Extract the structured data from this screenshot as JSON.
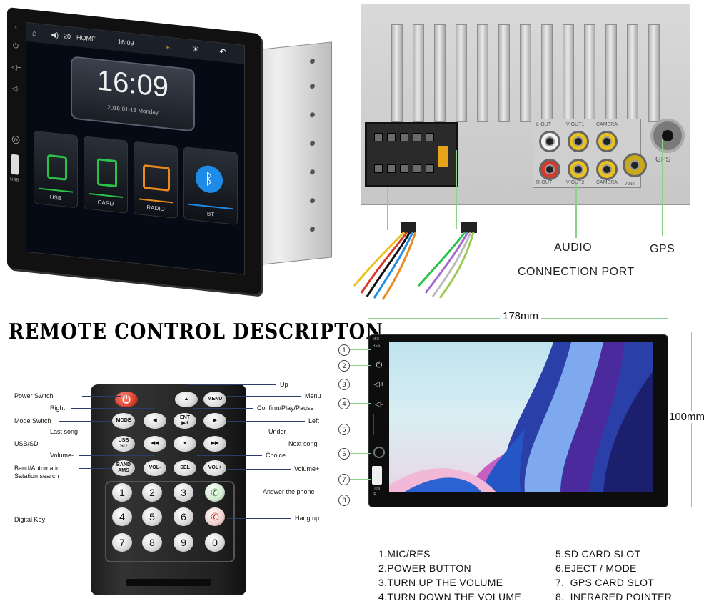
{
  "head_unit": {
    "status_home": "HOME",
    "status_volume": "20",
    "status_time": "16:09",
    "clock": "16:09",
    "date": "2016-01-18 Monday",
    "tiles": [
      {
        "label": "USB",
        "icon": "usb-icon",
        "accent": "#2bc24a"
      },
      {
        "label": "CARD",
        "icon": "sd-card-icon",
        "accent": "#2bc24a"
      },
      {
        "label": "RADIO",
        "icon": "radio-icon",
        "accent": "#e88a1e"
      },
      {
        "label": "BT",
        "icon": "bluetooth-icon",
        "accent": "#1e8be8"
      }
    ],
    "side_labels": [
      "USB"
    ]
  },
  "rear_panel": {
    "rca_labels": [
      "L-OUT",
      "V-OUT1",
      "CAMERA",
      "R-OUT",
      "V-OUT2",
      "CAMERA",
      "ANT"
    ],
    "gps_port_label": "GPS",
    "callouts": {
      "audio": "AUDIO",
      "connection_port": "CONNECTION PORT",
      "gps": "GPS"
    }
  },
  "dimensions": {
    "width": "178mm",
    "height": "100mm"
  },
  "remote": {
    "title": "REMOTE CONTROL DESCRIPTON",
    "left_labels": [
      "Power Switch",
      "Right",
      "Mode Switch",
      "Last song",
      "USB/SD",
      "Volume-",
      "Band/Automatic\nSatation search",
      "Digital Key"
    ],
    "right_labels": [
      "Up",
      "Menu",
      "Confirm/Play/Pause",
      "Left",
      "Under",
      "Next song",
      "Choice",
      "Volume+",
      "Answer the phone",
      "Hang up"
    ],
    "keys": {
      "menu": "MENU",
      "mode": "MODE",
      "ent": "ENT\n▶II",
      "usbsd": "USB\nSD",
      "bandams": "BAND\nAMS",
      "volminus": "VOL-",
      "sel": "SEL",
      "volplus": "VOL+",
      "digits": [
        "1",
        "2",
        "3",
        "4",
        "5",
        "6",
        "7",
        "8",
        "9",
        "0"
      ]
    }
  },
  "front_view": {
    "mic_label": "MIC",
    "res_label": "RES",
    "usb_label": "USB",
    "ir_label": "IR",
    "numbers": [
      "1",
      "2",
      "3",
      "4",
      "5",
      "6",
      "7",
      "8"
    ]
  },
  "legend": {
    "left": [
      "1.MIC/RES",
      "2.POWER BUTTON",
      "3.TURN UP THE VOLUME",
      "4.TURN DOWN THE VOLUME"
    ],
    "right": [
      "5.SD CARD SLOT",
      "6.EJECT / MODE",
      "7.  GPS CARD SLOT",
      "8.  INFRARED POINTER"
    ]
  }
}
